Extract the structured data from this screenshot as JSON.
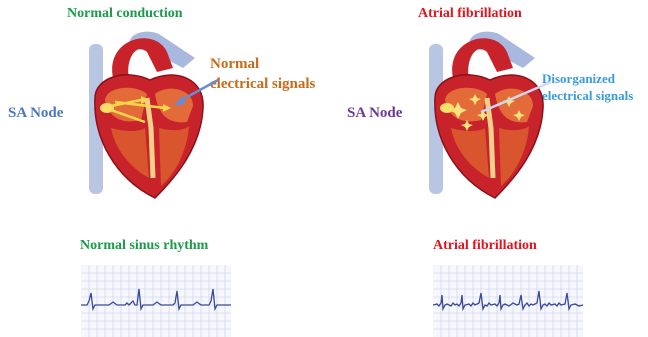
{
  "left": {
    "title": "Normal conduction",
    "sa_label": "SA Node",
    "signal_label_line1": "Normal",
    "signal_label_line2": "electrical signals",
    "rhythm_title": "Normal sinus rhythm"
  },
  "right": {
    "title": "Atrial fibrillation",
    "sa_label": "SA Node",
    "signal_label_line1": "Disorganized",
    "signal_label_line2": "electrical signals",
    "rhythm_title": "Atrial fibrillation"
  },
  "colors": {
    "green_title": "#1a9a4a",
    "red_title": "#e0141e",
    "blue_label": "#4a78c0",
    "purple_label": "#6a3a9a",
    "orange_label": "#c86a18",
    "cyan_label": "#3a9ae0",
    "ecg_grid": "#c8cfe6",
    "ecg_line": "#3a4a9a"
  }
}
